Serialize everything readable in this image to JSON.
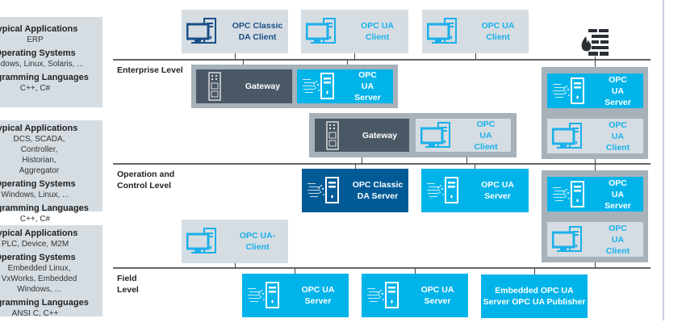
{
  "info_panels": [
    {
      "apps_label": "Typical Applications",
      "apps": "ERP",
      "os_label": "Operating Systems",
      "os": "Windows, Linux, Solaris, ...",
      "lang_label": "Programming Languages",
      "lang": "C++, C#"
    },
    {
      "apps_label": "Typical Applications",
      "apps": "DCS, SCADA, Controller, Historian, Aggregator",
      "os_label": "Operating Systems",
      "os": "Windows, Linux, ...",
      "lang_label": "Programming Languages",
      "lang": "C++, C#"
    },
    {
      "apps_label": "Typical Applications",
      "apps": "PLC, Device, M2M",
      "os_label": "Operating Systems",
      "os": "Embedded Linux, VxWorks, Embedded Windows, ...",
      "lang_label": "Programming Languages",
      "lang": "ANSI C, C++"
    }
  ],
  "levels": {
    "enterprise": "Enterprise Level",
    "operation": "Operation and Control Level",
    "field": "Field Level"
  },
  "nodes": {
    "top_client_1": "OPC Classic DA Client",
    "top_client_2": "OPC UA Client",
    "top_client_3": "OPC UA Client",
    "gateway_1": "Gateway",
    "gateway_1_server": "OPC UA Server",
    "gateway_2": "Gateway",
    "gateway_2_client": "OPC UA Client",
    "right_1_server": "OPC UA Server",
    "right_1_client": "OPC UA Client",
    "right_2_server": "OPC UA Server",
    "right_2_client": "OPC UA Client",
    "classic_server": "OPC Classic DA Server",
    "op_server": "OPC UA Server",
    "op_client": "OPC UA-Client",
    "field_server_1": "OPC UA Server",
    "field_server_2": "OPC UA Server",
    "field_embedded": "Embedded OPC UA Server OPC UA Publisher"
  },
  "icons": {
    "client": "monitor-tower-icon",
    "server": "server-data-icon",
    "gateway": "gateway-device-icon",
    "firewall": "firewall-icon"
  },
  "colors": {
    "client_bg": "#d5dde3",
    "ua_blue": "#00b4ea",
    "classic_blue": "#005a96",
    "gateway_dark": "#4a5866",
    "group_gray": "#a6b1b9"
  }
}
